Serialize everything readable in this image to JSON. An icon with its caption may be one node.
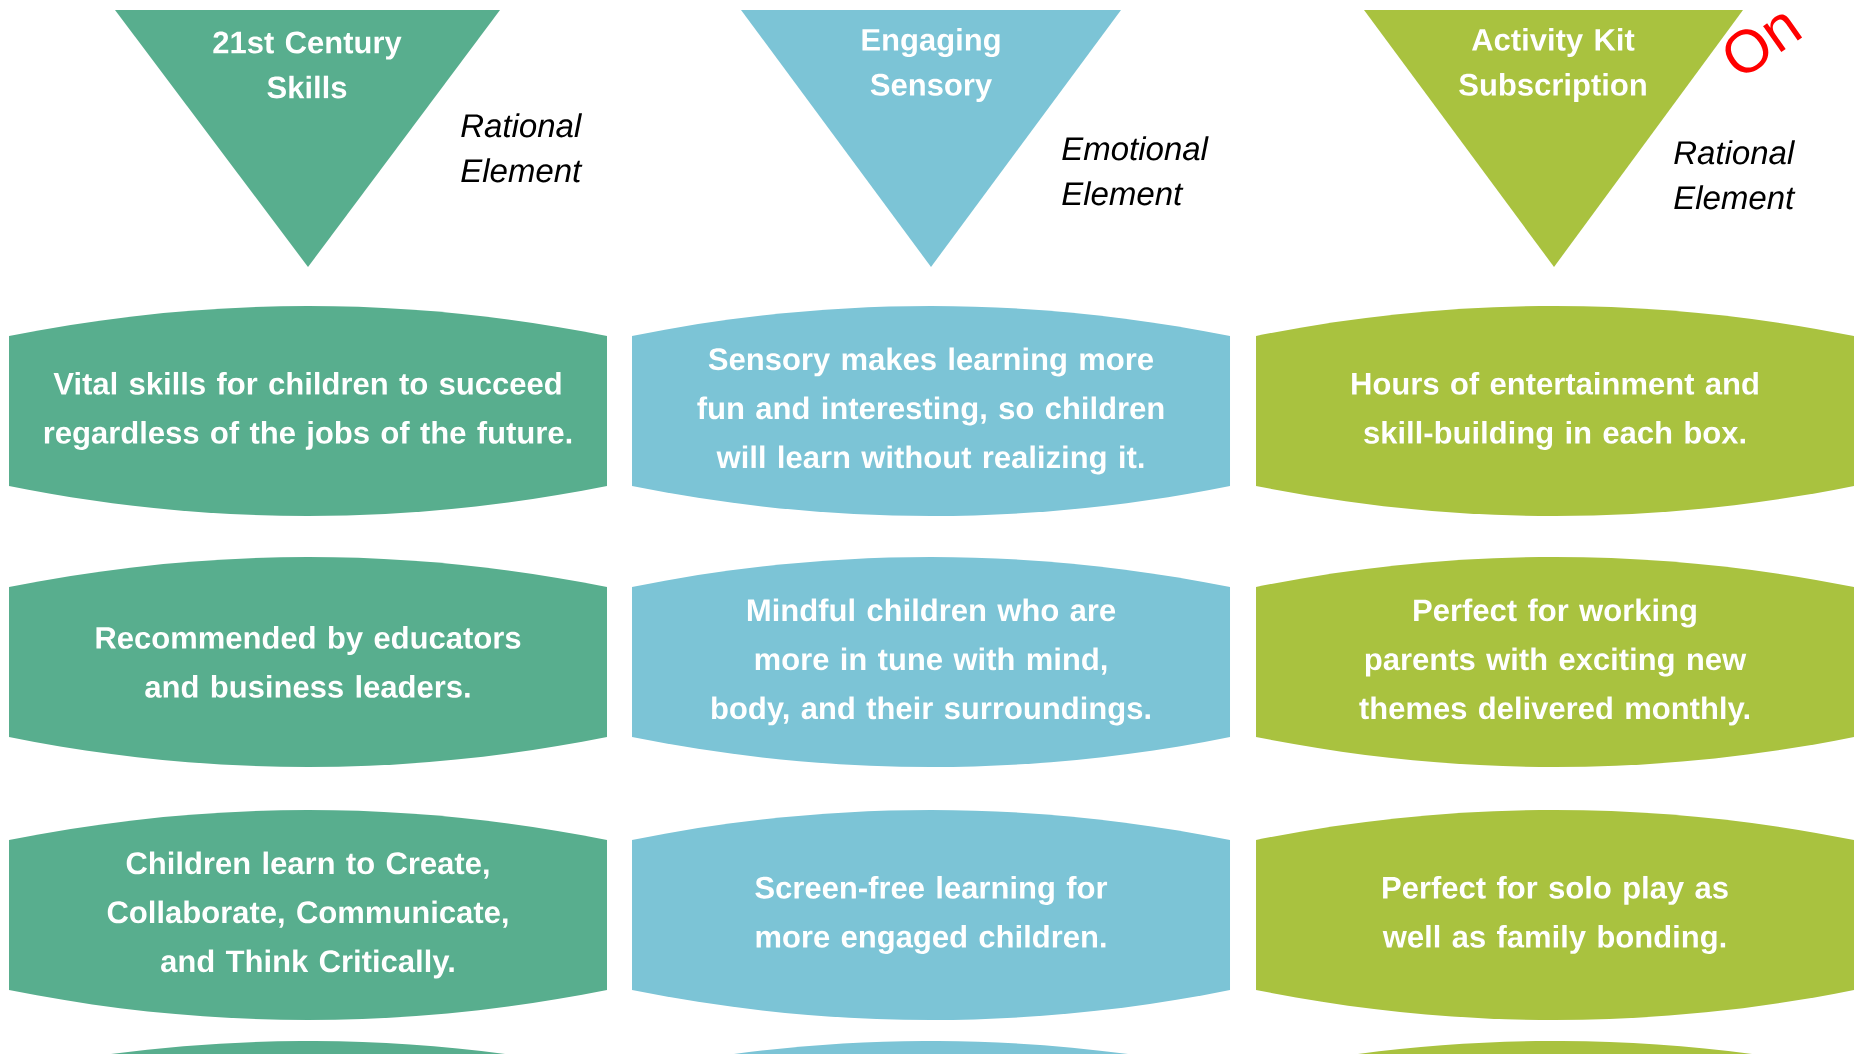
{
  "diagram": {
    "nodes": [
      {
        "text": [
          "21st Century Skills"
        ],
        "beside": [
          "Rational Element"
        ]
      },
      {
        "text": [
          "Engaging Sensory"
        ],
        "beside": [
          "Emotional Element"
        ]
      },
      {
        "text": [
          "Activity Kit Subscription"
        ],
        "beside": [
          "Rational Element"
        ]
      },
      {
        "text": [
          "Vital skills for children to succeed regardless of the jobs of the future."
        ]
      },
      {
        "text": [
          "Sensory makes learning more fun and interesting, so children will learn without realizing it."
        ]
      },
      {
        "text": [
          "Hours of entertainment and skill-building in each box."
        ]
      },
      {
        "text": [
          "Recommended by educators and business leaders."
        ]
      },
      {
        "text": [
          "Mindful children who are more in tune with mind, body, and their surroundings."
        ]
      },
      {
        "text": [
          "Perfect for working parents with exciting new themes delivered monthly."
        ]
      },
      {
        "text": [
          "Children learn to Create, Collaborate, Communicate, and Think Critically."
        ]
      },
      {
        "text": [
          "Screen-free learning for more engaged children."
        ]
      },
      {
        "text": [
          "Perfect for solo play as well as family bonding."
        ]
      },
      {
        "text": [],
        "shape": "box"
      },
      {
        "text": [],
        "shape": "box"
      },
      {
        "text": [],
        "shape": "box"
      }
    ],
    "labels": [
      "On"
    ]
  }
}
